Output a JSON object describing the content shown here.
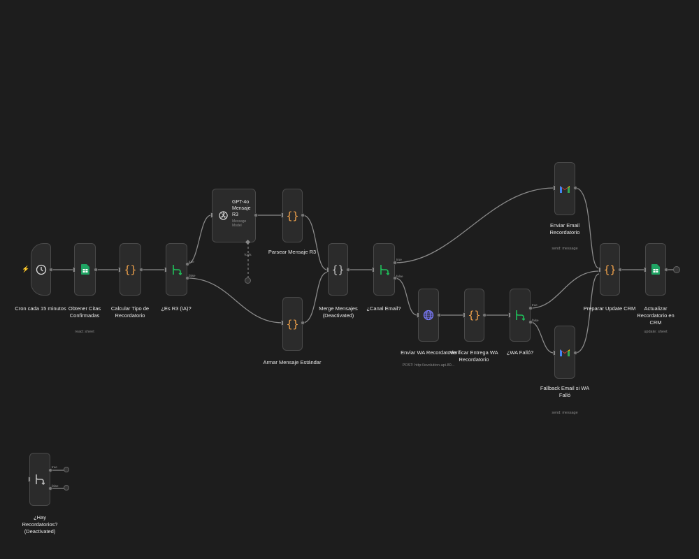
{
  "workflow": {
    "nodes": {
      "cron": {
        "label": "Cron cada 15 minutos"
      },
      "obtener": {
        "label": "Obtener Citas Confirmadas",
        "sub": "read: sheet"
      },
      "calcular": {
        "label": "Calcular Tipo de Recordatorio"
      },
      "esr3": {
        "label": "¿Es R3 (IA)?",
        "true_label": "true",
        "false_label": "false"
      },
      "gpt": {
        "label": "GPT-4o Mensaje R3",
        "sub": "Message Model",
        "tools_label": "Tools"
      },
      "parsear": {
        "label": "Parsear Mensaje R3"
      },
      "armar": {
        "label": "Armar Mensaje Estándar"
      },
      "merge": {
        "label": "Merge Mensajes (Deactivated)"
      },
      "canal": {
        "label": "¿Canal Email?",
        "true_label": "true",
        "false_label": "false"
      },
      "enviar_email": {
        "label": "Enviar Email Recordatorio",
        "sub": "send: message"
      },
      "enviar_wa": {
        "label": "Enviar WA Recordatorio",
        "sub": "POST: http://evolution-api.80..."
      },
      "verificar": {
        "label": "Verificar Entrega WA Recordatorio"
      },
      "wa_fallo": {
        "label": "¿WA Falló?",
        "true_label": "true",
        "false_label": "false"
      },
      "fallback": {
        "label": "Fallback Email si WA Falló",
        "sub": "send: message"
      },
      "preparar": {
        "label": "Preparar Update CRM"
      },
      "actualizar": {
        "label": "Actualizar Recordatorio en CRM",
        "sub": "update: sheet"
      },
      "hay": {
        "label": "¿Hay Recordatorios? (Deactivated)",
        "true_label": "true",
        "false_label": "false"
      }
    },
    "colors": {
      "canvas": "#1d1d1d",
      "node_bg": "#2b2b2b",
      "node_border": "#4a4a4a",
      "wire": "#8a8a8a",
      "code_icon": "#f0a24b",
      "if_icon": "#1fbf5a",
      "sheets_icon": "#1fa463",
      "http_icon": "#7b7bff",
      "trigger_accent": "#ff6d2d"
    }
  }
}
